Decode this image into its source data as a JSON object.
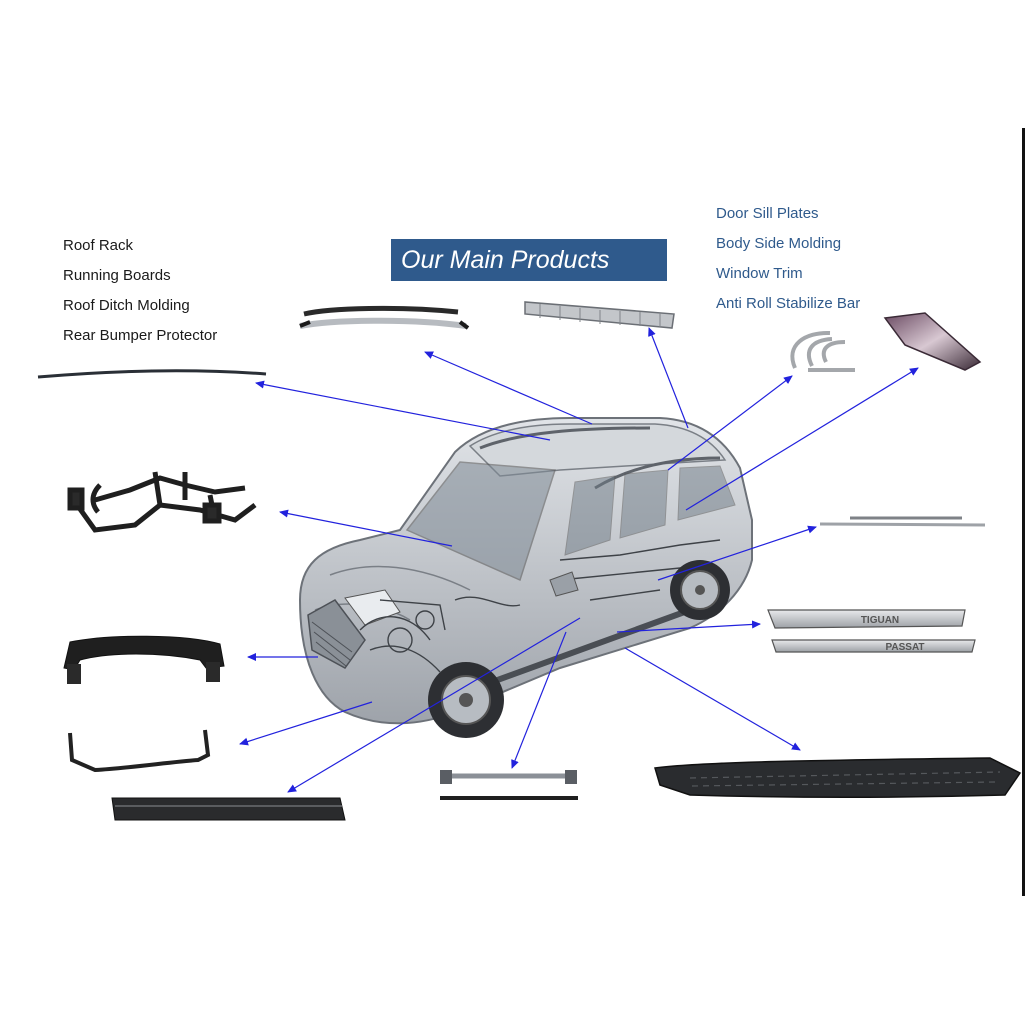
{
  "title": "Our Main Products",
  "left_products": [
    "Roof Rack",
    "Running Boards",
    "Roof Ditch Molding",
    "Rear Bumper Protector"
  ],
  "right_products": [
    "Door Sill Plates",
    "Body Side Molding",
    "Window Trim",
    "Anti Roll Stabilize Bar"
  ],
  "sill_plate_labels": [
    "TIGUAN",
    "PASSAT"
  ],
  "colors": {
    "banner": "#2f5a8c",
    "right_text": "#2f5a8c",
    "left_text": "#1a1a1a",
    "arrow": "#2222dd",
    "car_body": "#c8ccd1",
    "part_dark": "#2a2a2a",
    "part_metal": "#a9adb3"
  }
}
